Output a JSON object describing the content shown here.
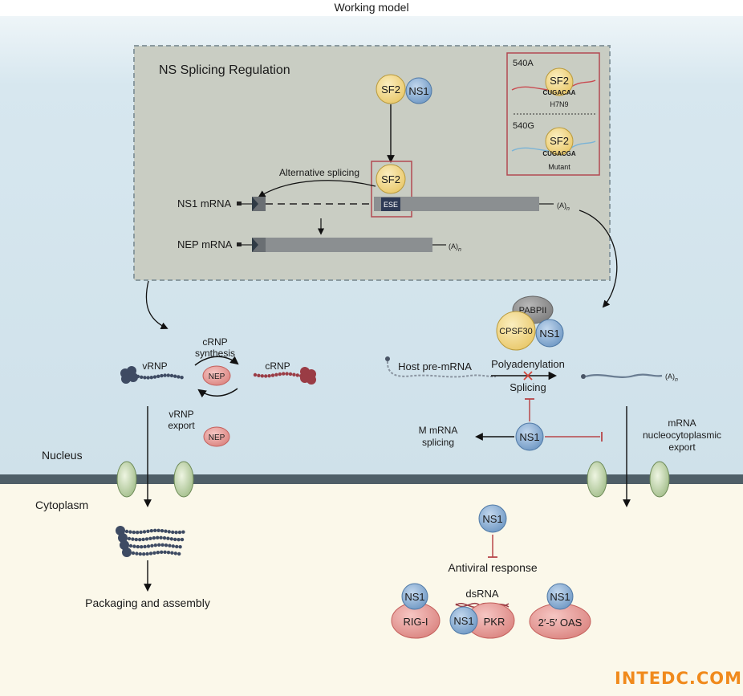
{
  "title": "Working model",
  "ns_box": {
    "title": "NS Splicing Regulation",
    "sf2": "SF2",
    "ns1": "NS1",
    "alt_splicing": "Alternative splicing",
    "ns1_mrna": "NS1 mRNA",
    "nep_mrna": "NEP mRNA",
    "ese": "ESE",
    "polya": "(A)",
    "polya_sub": "n"
  },
  "inset": {
    "top_label": "540A",
    "top_seq": "CUGACAA",
    "top_strain": "H7N9",
    "bottom_label": "540G",
    "bottom_seq": "CUGACGA",
    "bottom_strain": "Mutant",
    "sf2": "SF2"
  },
  "left": {
    "crnp_synthesis_1": "cRNP",
    "crnp_synthesis_2": "synthesis",
    "vrnp": "vRNP",
    "crnp": "cRNP",
    "nep": "NEP",
    "vrnp_export_1": "vRNP",
    "vrnp_export_2": "export",
    "packaging": "Packaging and assembly"
  },
  "right": {
    "pabpii": "PABPII",
    "cpsf30": "CPSF30",
    "ns1": "NS1",
    "host_premrna": "Host pre-mRNA",
    "polyadenylation": "Polyadenylation",
    "splicing": "Splicing",
    "m_mrna_1": "M mRNA",
    "m_mrna_2": "splicing",
    "export_1": "mRNA",
    "export_2": "nucleocytoplasmic",
    "export_3": "export",
    "polya": "(A)",
    "polya_sub": "n"
  },
  "compartments": {
    "nucleus": "Nucleus",
    "cytoplasm": "Cytoplasm"
  },
  "antiviral": {
    "ns1": "NS1",
    "label": "Antiviral response",
    "dsrna": "dsRNA",
    "rigi": "RIG-I",
    "pkr": "PKR",
    "oas": "2′-5′ OAS"
  },
  "watermark": "INTEDC.COM",
  "colors": {
    "sf2": "#f3d98a",
    "ns1": "#8fb4d9",
    "nep": "#e79a98",
    "membrane": "#4f5f68",
    "inset_border": "#b24a52",
    "watermark": "#f08a1c"
  }
}
